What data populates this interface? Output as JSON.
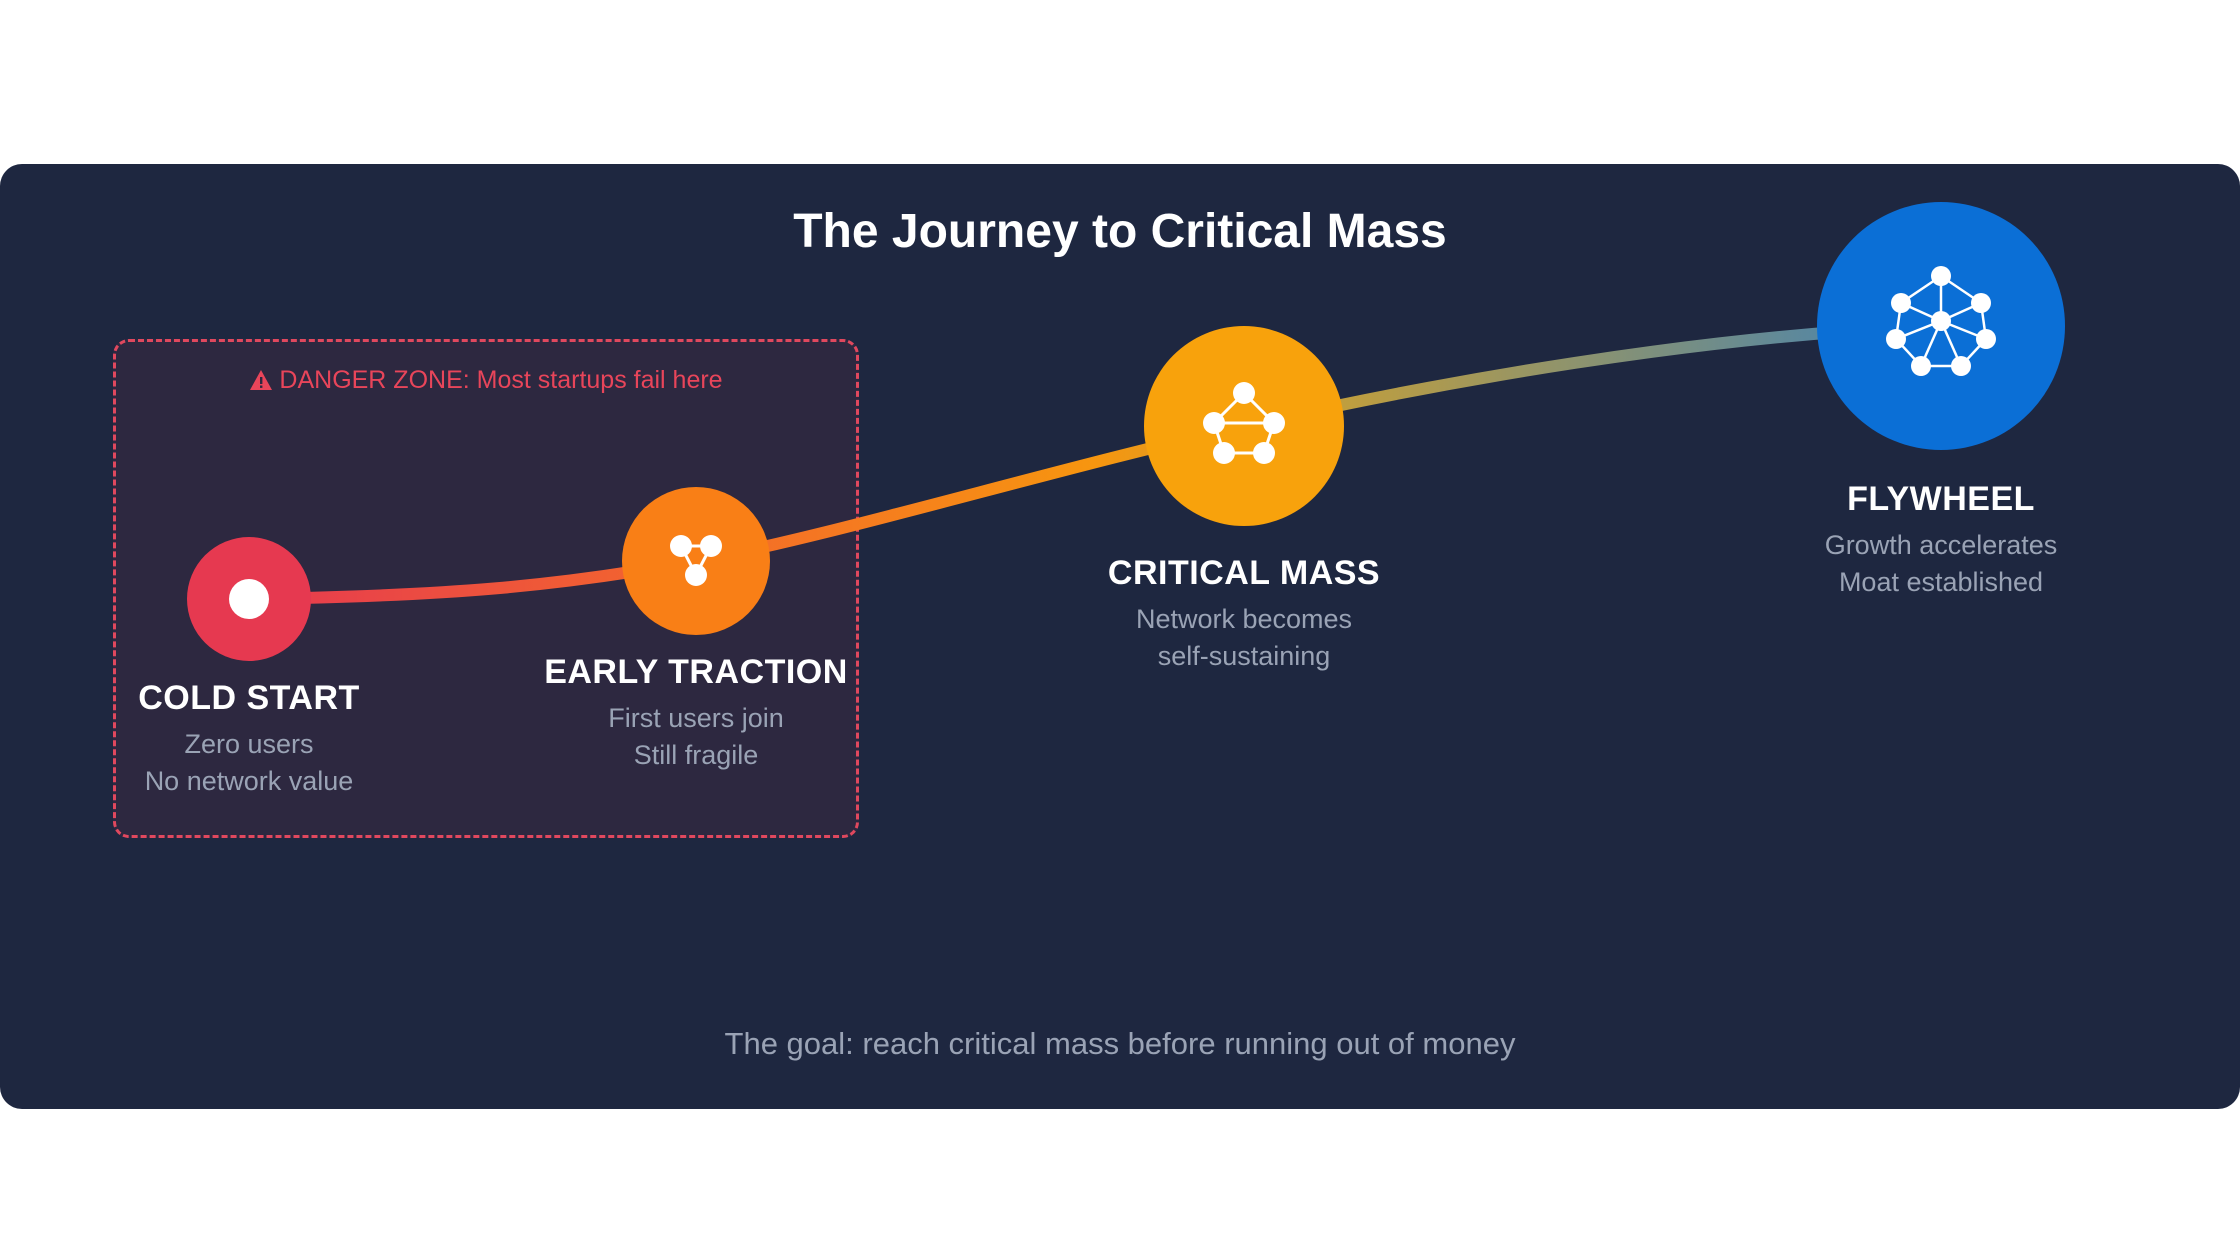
{
  "title": "The Journey to Critical Mass",
  "danger_zone": {
    "text": "DANGER ZONE: Most startups fail here",
    "color": "#e8455a"
  },
  "stages": [
    {
      "name": "COLD START",
      "lines": [
        "Zero users",
        "No network value"
      ],
      "color": "#e63950",
      "icon": "dot-icon"
    },
    {
      "name": "EARLY TRACTION",
      "lines": [
        "First users join",
        "Still fragile"
      ],
      "color": "#f97316",
      "icon": "small-network-icon"
    },
    {
      "name": "CRITICAL MASS",
      "lines": [
        "Network becomes",
        "self-sustaining"
      ],
      "color": "#f59e0b",
      "icon": "medium-network-icon"
    },
    {
      "name": "FLYWHEEL",
      "lines": [
        "Growth accelerates",
        "Moat established"
      ],
      "color": "#0b6fd6",
      "icon": "large-network-icon"
    }
  ],
  "footer": "The goal: reach critical mass before running out of money"
}
